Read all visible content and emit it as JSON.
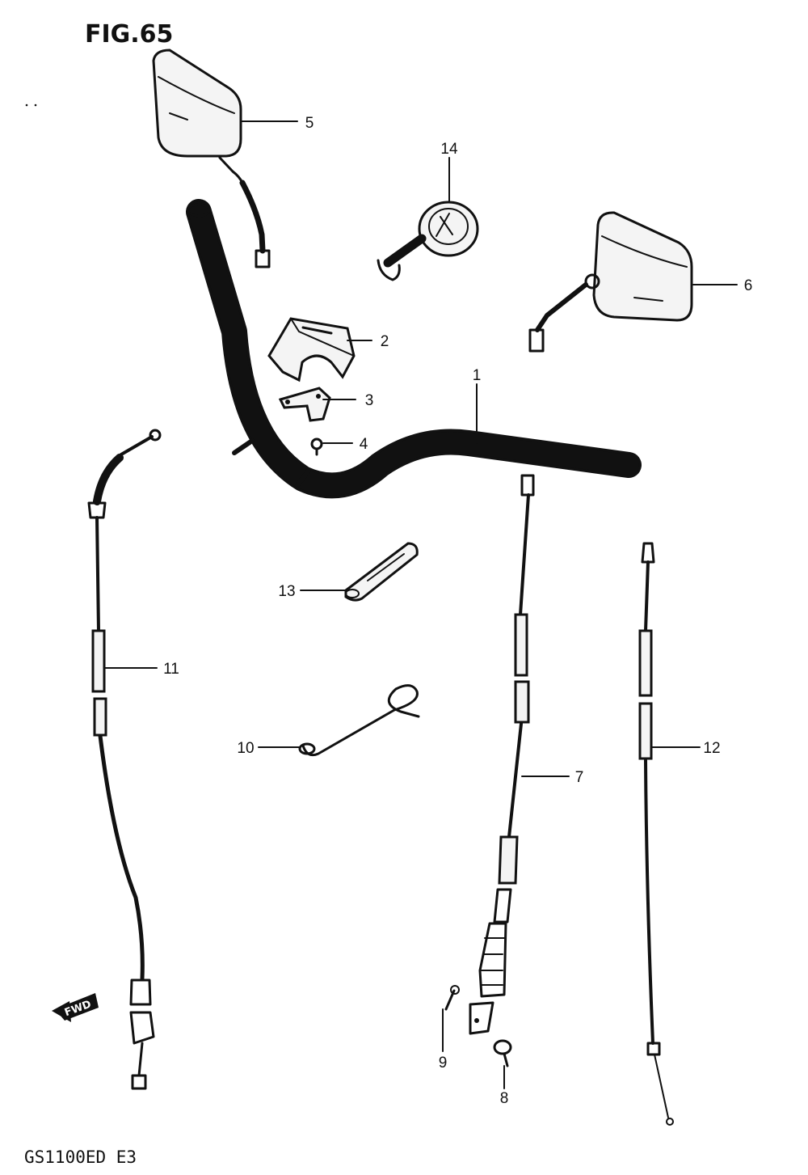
{
  "title": "FIG.65",
  "footer": "GS1100ED E3",
  "direction_badge": {
    "label": "FWD",
    "icon": "forward-arrow-icon"
  },
  "callouts": [
    {
      "number": "1",
      "part": "handlebar"
    },
    {
      "number": "2",
      "part": "handlebar-holder"
    },
    {
      "number": "3",
      "part": "bracket"
    },
    {
      "number": "4",
      "part": "screw"
    },
    {
      "number": "5",
      "part": "left-mirror"
    },
    {
      "number": "6",
      "part": "right-mirror"
    },
    {
      "number": "7",
      "part": "clutch-cable"
    },
    {
      "number": "8",
      "part": "bolt"
    },
    {
      "number": "9",
      "part": "pin"
    },
    {
      "number": "10",
      "part": "wire-clamp"
    },
    {
      "number": "11",
      "part": "throttle-cable"
    },
    {
      "number": "12",
      "part": "choke-cable"
    },
    {
      "number": "13",
      "part": "clamp"
    },
    {
      "number": "14",
      "part": "thermometer"
    }
  ]
}
